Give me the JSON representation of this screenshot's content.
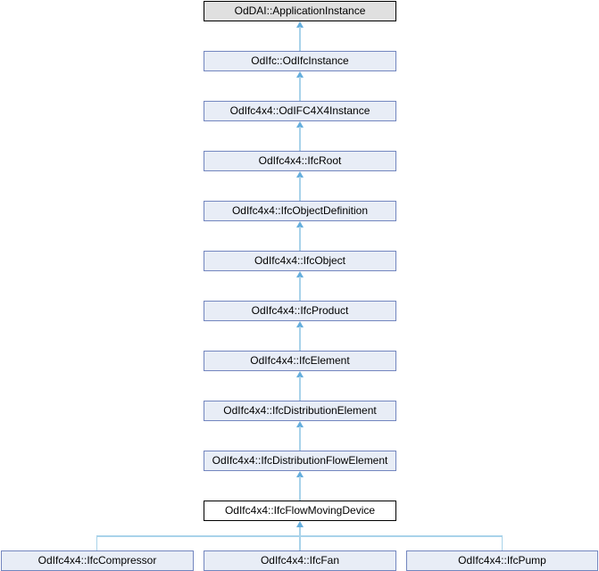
{
  "diagram": {
    "kind": "class-inheritance-diagram",
    "chain": [
      {
        "label": "OdDAI::ApplicationInstance",
        "role": "external-base"
      },
      {
        "label": "OdIfc::OdIfcInstance",
        "role": "base"
      },
      {
        "label": "OdIfc4x4::OdIFC4X4Instance",
        "role": "base"
      },
      {
        "label": "OdIfc4x4::IfcRoot",
        "role": "base"
      },
      {
        "label": "OdIfc4x4::IfcObjectDefinition",
        "role": "base"
      },
      {
        "label": "OdIfc4x4::IfcObject",
        "role": "base"
      },
      {
        "label": "OdIfc4x4::IfcProduct",
        "role": "base"
      },
      {
        "label": "OdIfc4x4::IfcElement",
        "role": "base"
      },
      {
        "label": "OdIfc4x4::IfcDistributionElement",
        "role": "base"
      },
      {
        "label": "OdIfc4x4::IfcDistributionFlowElement",
        "role": "base"
      },
      {
        "label": "OdIfc4x4::IfcFlowMovingDevice",
        "role": "current-class"
      }
    ],
    "children": [
      {
        "label": "OdIfc4x4::IfcCompressor"
      },
      {
        "label": "OdIfc4x4::IfcFan"
      },
      {
        "label": "OdIfc4x4::IfcPump"
      }
    ],
    "colors": {
      "node_fill": "#e8edf6",
      "node_border": "#7386bf",
      "external_node_fill": "#e0e0e0",
      "external_node_border": "#000000",
      "current_node_fill": "#ffffff",
      "current_node_border": "#000000",
      "edge_line": "#a9d3ea",
      "edge_arrowhead": "#65aedd",
      "text": "#000000",
      "background": "#ffffff"
    }
  }
}
